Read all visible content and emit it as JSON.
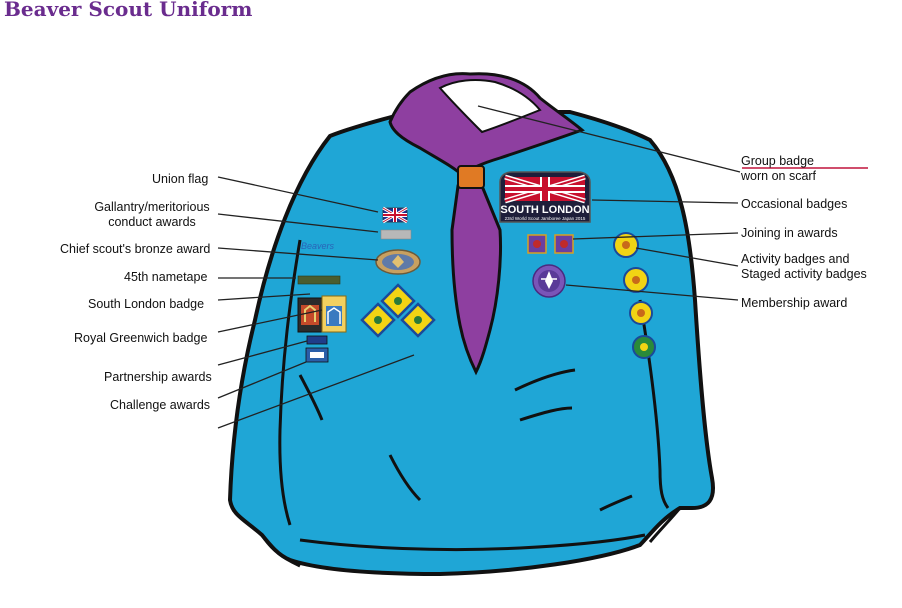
{
  "title": "Beaver Scout Uniform",
  "left_labels": {
    "union_flag": "Union flag",
    "gallantry_1": "Gallantry/meritorious",
    "gallantry_2": "conduct awards",
    "chief_scout": "Chief scout's bronze award",
    "nametape": "45th nametape",
    "south_london": "South London badge",
    "royal_greenwich": "Royal Greenwich badge",
    "partnership": "Partnership awards",
    "challenge": "Challenge awards"
  },
  "right_labels": {
    "group_badge_1": "Group badge",
    "group_badge_2": "worn on scarf",
    "occasional": "Occasional badges",
    "joining_in": "Joining in awards",
    "activity_1": "Activity badges and",
    "activity_2": "Staged activity badges",
    "membership": "Membership award"
  },
  "badge_texts": {
    "south_london_patch": "SOUTH LONDON",
    "jamboree_line": "23rd World Scout Jamboree Japan 2015",
    "beavers_logo": "Beavers"
  },
  "colors": {
    "title": "#6a2c8e",
    "jumper": "#1fa6d6",
    "scarf": "#8e3fa0",
    "woggle": "#e07a24",
    "outline": "#111111",
    "leader_line": "#222222",
    "red_line": "#c0143c"
  }
}
